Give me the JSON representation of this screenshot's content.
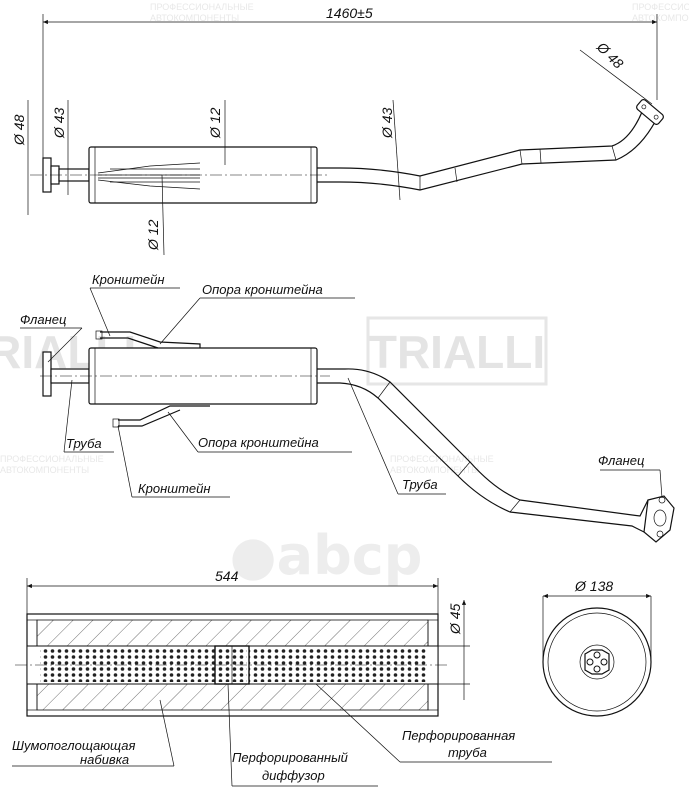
{
  "watermark": {
    "brand": "TRIALLI",
    "caption_lines": [
      "ПРОФЕССИОНАЛЬНЫЕ",
      "АВТОКОМПОНЕНТЫ"
    ]
  },
  "top_view": {
    "overall_length": "1460±5",
    "inlet_diameter": "Ø 48",
    "muffler_inlet_diameter": "Ø 43",
    "inner_pipe_diameter_top": "Ø 12",
    "inner_pipe_diameter_bottom": "Ø 12",
    "pipe_diameter": "Ø 43",
    "outlet_diameter": "Ø 48"
  },
  "side_view": {
    "labels": {
      "bracket_top": "Кронштейн",
      "bracket_support_top": "Опора кронштейна",
      "flange_left": "Фланец",
      "pipe_left": "Труба",
      "bracket_support_bottom": "Опора кронштейна",
      "bracket_bottom": "Кронштейн",
      "pipe_right": "Труба",
      "flange_right": "Фланец"
    }
  },
  "section_view": {
    "length": "544",
    "pipe_diameter": "Ø 45",
    "body_diameter": "Ø 138",
    "labels": {
      "packing_line1": "Шумопоглощающая",
      "packing_line2": "набивка",
      "diffuser_line1": "Перфорированный",
      "diffuser_line2": "диффузор",
      "perf_pipe_line1": "Перфорированная",
      "perf_pipe_line2": "труба"
    }
  }
}
